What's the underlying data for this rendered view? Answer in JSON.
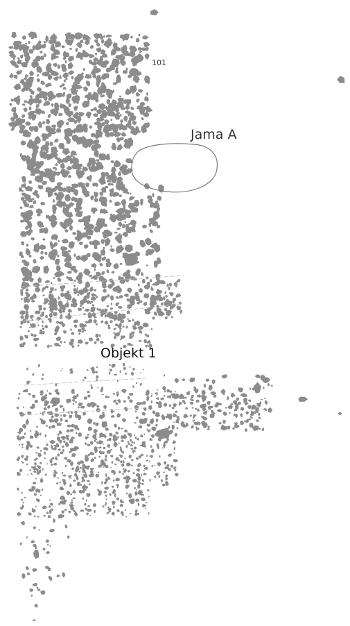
{
  "labels": {
    "context_number": "101",
    "pit": "Jama A",
    "feature": "Objekt 1"
  },
  "colors": {
    "stone": "#8c8c8c",
    "outline": "#7a7a7a",
    "background": "#ffffff"
  }
}
